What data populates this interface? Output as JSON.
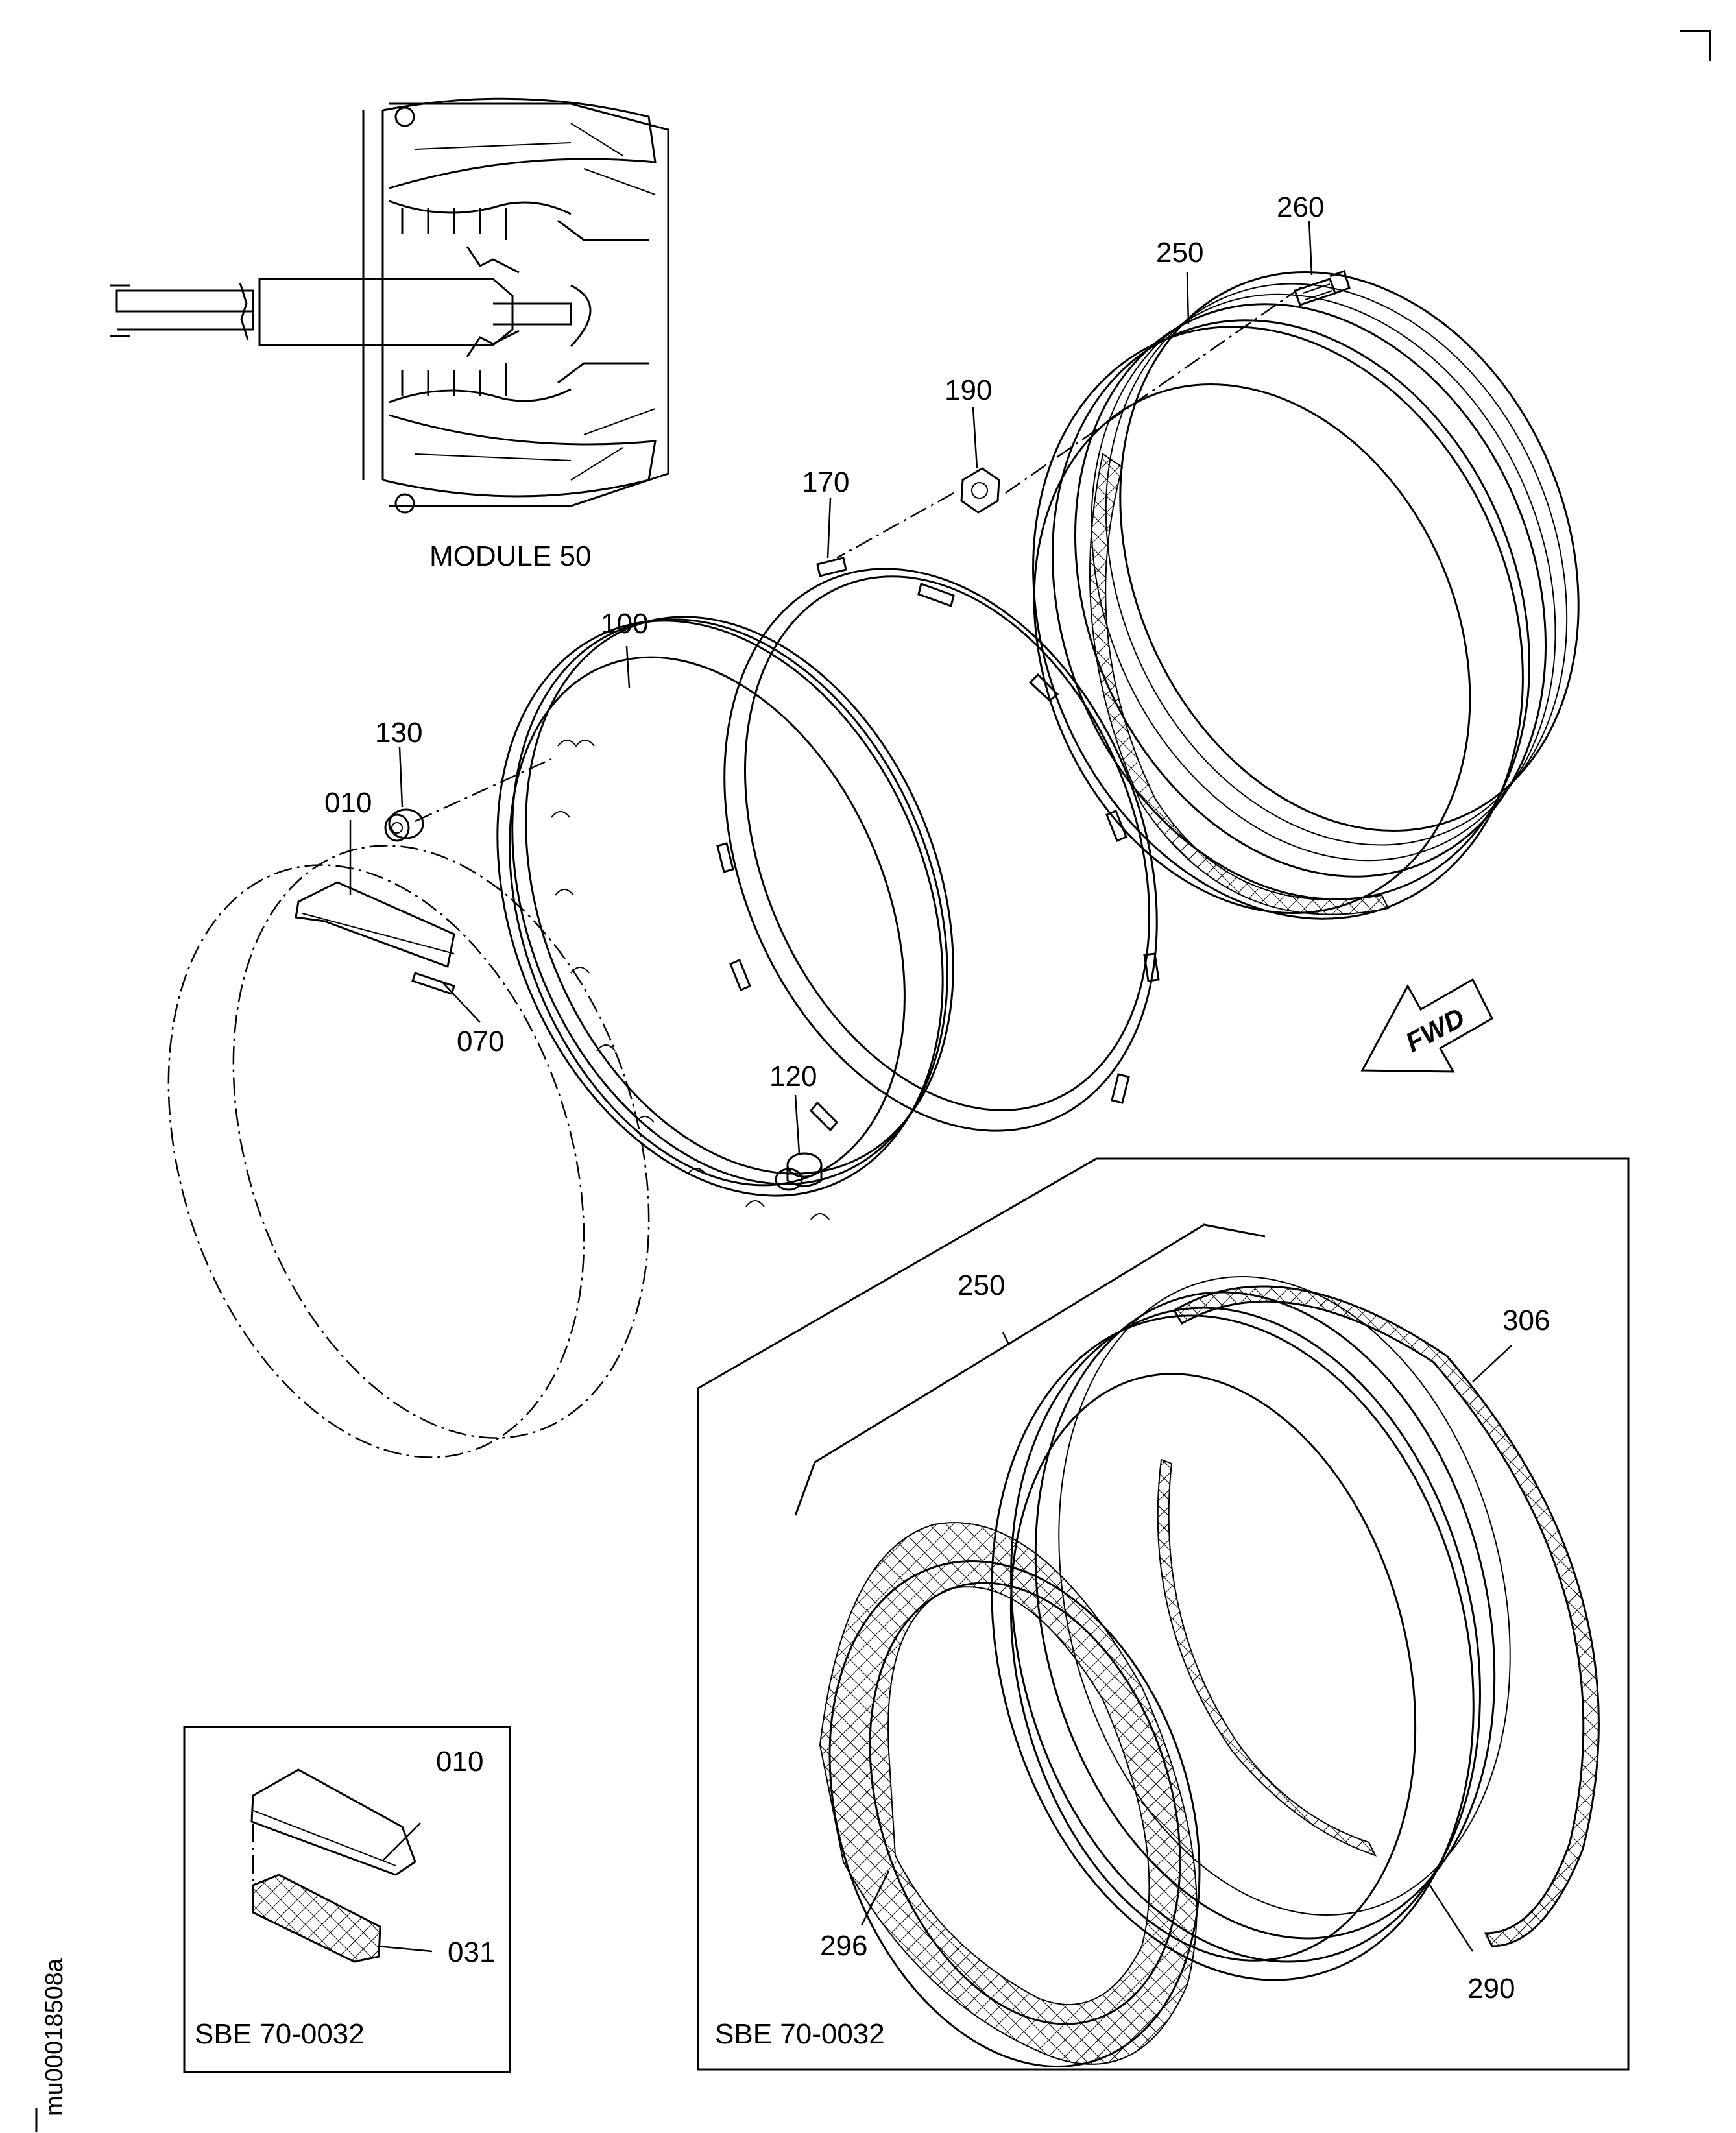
{
  "module_label": "MODULE 50",
  "callouts": {
    "p260": "260",
    "p250": "250",
    "p190": "190",
    "p170": "170",
    "p100": "100",
    "p130": "130",
    "p010": "010",
    "p070": "070",
    "p120": "120",
    "p250_detail": "250",
    "p306": "306",
    "p296": "296",
    "p290": "290",
    "p010_detail": "010",
    "p031": "031"
  },
  "direction_arrow": "FWD",
  "detail_left_caption": "SBE 70-0032",
  "detail_right_caption": "SBE 70-0032",
  "figure_id": "mu00018508a"
}
